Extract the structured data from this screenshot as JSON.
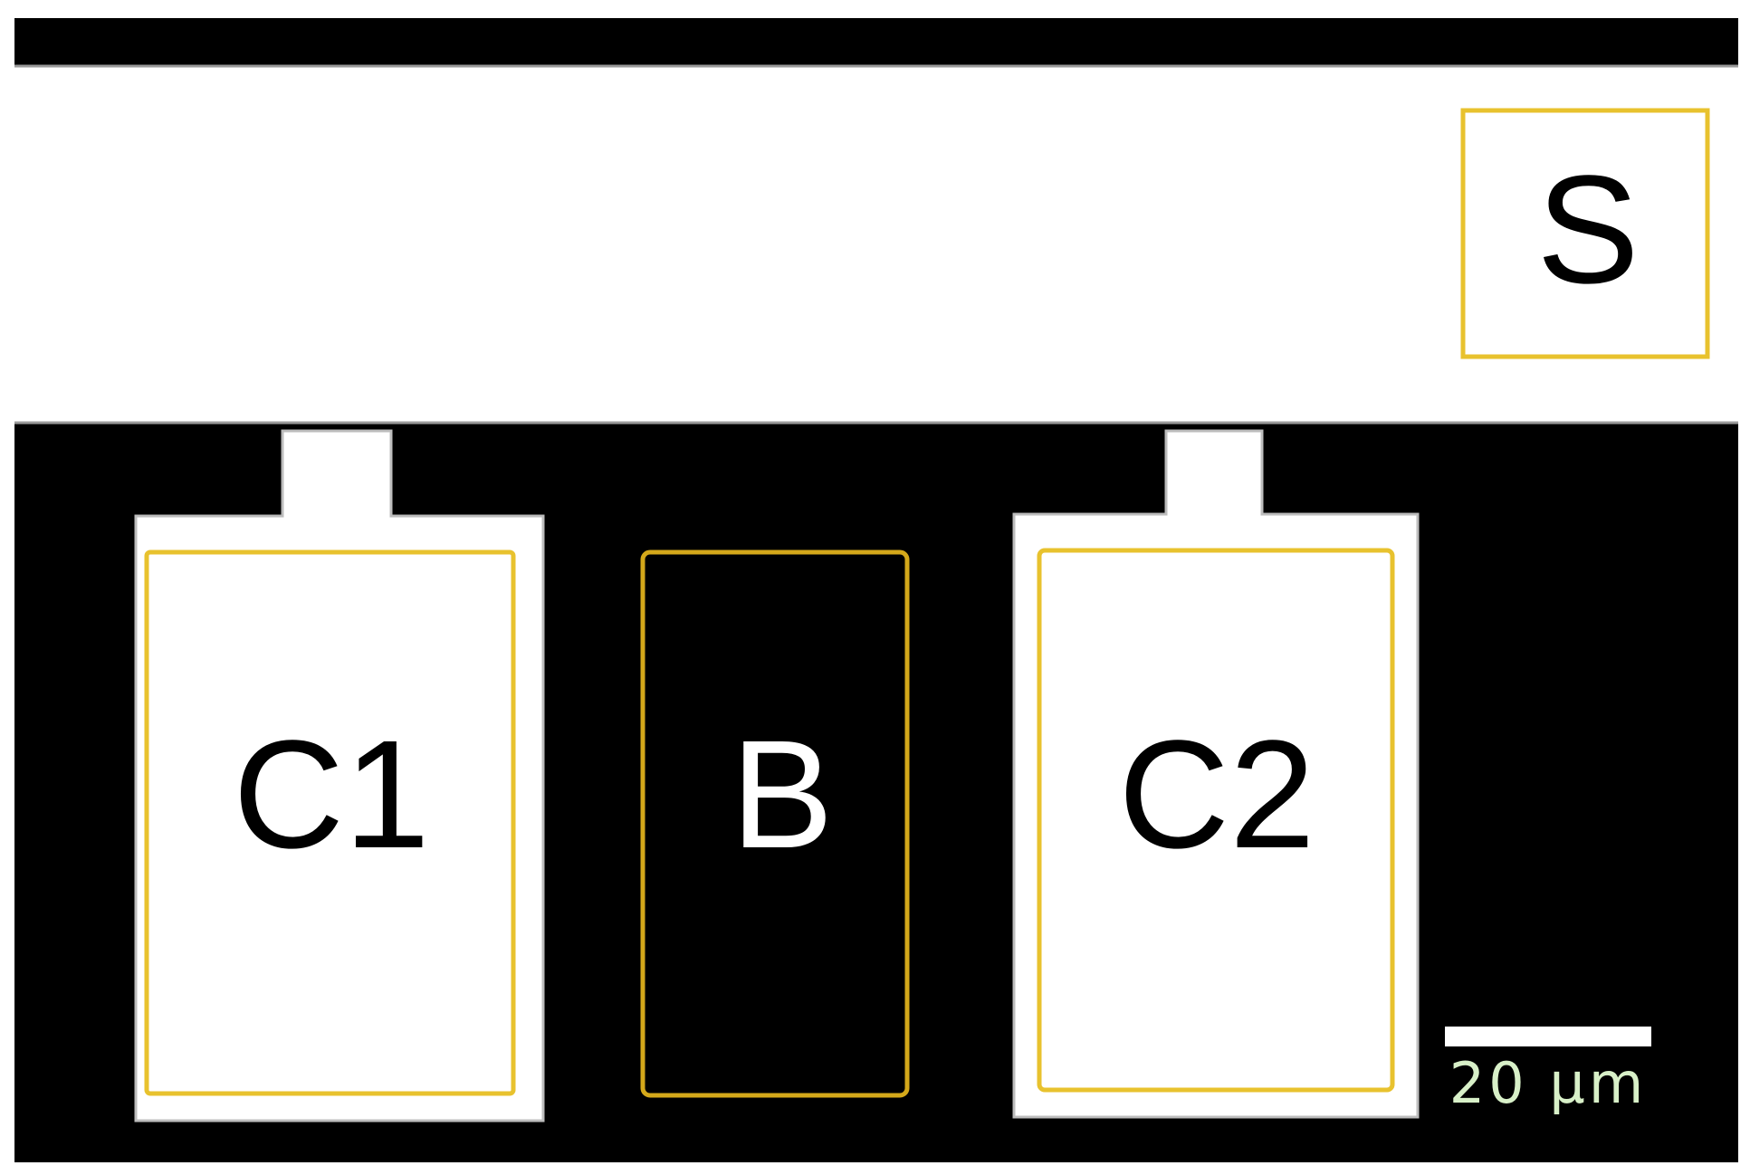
{
  "colors": {
    "background": "#ffffff",
    "dark": "#000000",
    "roi_outline": "#e8c22e",
    "roi_outline_dark": "#d4a81a",
    "scale_text": "#d8f0c8"
  },
  "regions": {
    "S": {
      "label": "S",
      "label_color": "#000000"
    },
    "C1": {
      "label": "C1",
      "label_color": "#000000"
    },
    "B": {
      "label": "B",
      "label_color": "#ffffff"
    },
    "C2": {
      "label": "C2",
      "label_color": "#000000"
    }
  },
  "scale_bar": {
    "label": "20 µm"
  }
}
